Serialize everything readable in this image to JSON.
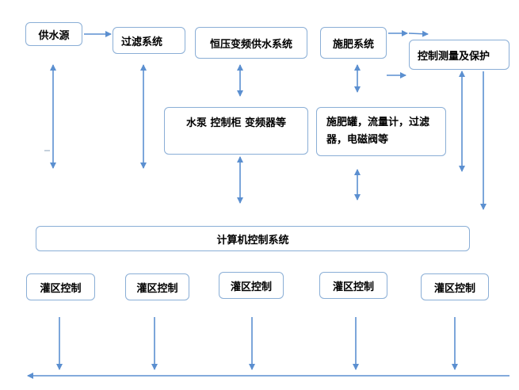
{
  "nodes": {
    "water_source": "供水源",
    "filter_system": "过滤系统",
    "vfd_water_supply": "恒压变频供水系统",
    "fertilization_system": "施肥系统",
    "control_measure_protect": "控制测量及保护",
    "pump_cabinet": "水泵  控制柜 变频器等",
    "fert_tank_line1": "施肥罐，流量计，过滤",
    "fert_tank_line2": "器，电磁阀等",
    "computer_control": "计算机控制系统",
    "zones": [
      "灌区控制",
      "灌区控制",
      "灌区控制",
      "灌区控制",
      "灌区控制"
    ]
  },
  "colors": {
    "box_border": "#8aaed6",
    "arrow": "#5b8fd0"
  }
}
